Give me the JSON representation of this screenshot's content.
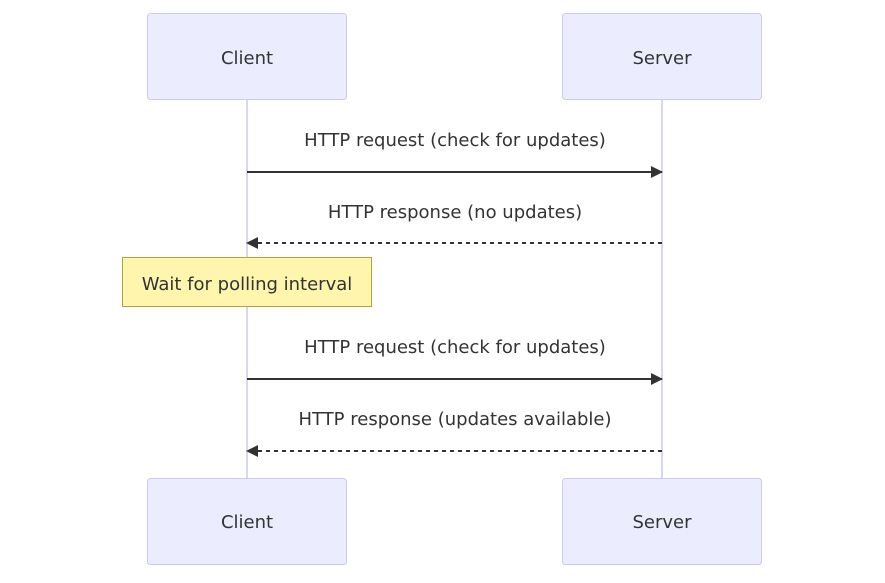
{
  "diagram": {
    "type": "sequence",
    "participants": [
      {
        "id": "client",
        "label": "Client"
      },
      {
        "id": "server",
        "label": "Server"
      }
    ],
    "messages": [
      {
        "from": "client",
        "to": "server",
        "label": "HTTP request (check for updates)",
        "style": "solid"
      },
      {
        "from": "server",
        "to": "client",
        "label": "HTTP response (no updates)",
        "style": "dashed"
      },
      {
        "from": "client",
        "to": "server",
        "label": "HTTP request (check for updates)",
        "style": "solid"
      },
      {
        "from": "server",
        "to": "client",
        "label": "HTTP response (updates available)",
        "style": "dashed"
      }
    ],
    "note": {
      "over": "client",
      "label": "Wait for polling interval"
    },
    "colors": {
      "participant_fill": "#ECECFF",
      "participant_stroke": "#C9C9F2",
      "lifeline": "#D6D6F5",
      "arrow": "#333333",
      "note_fill": "#FFF5AD",
      "note_stroke": "#AAAA33",
      "text": "#333333"
    }
  }
}
